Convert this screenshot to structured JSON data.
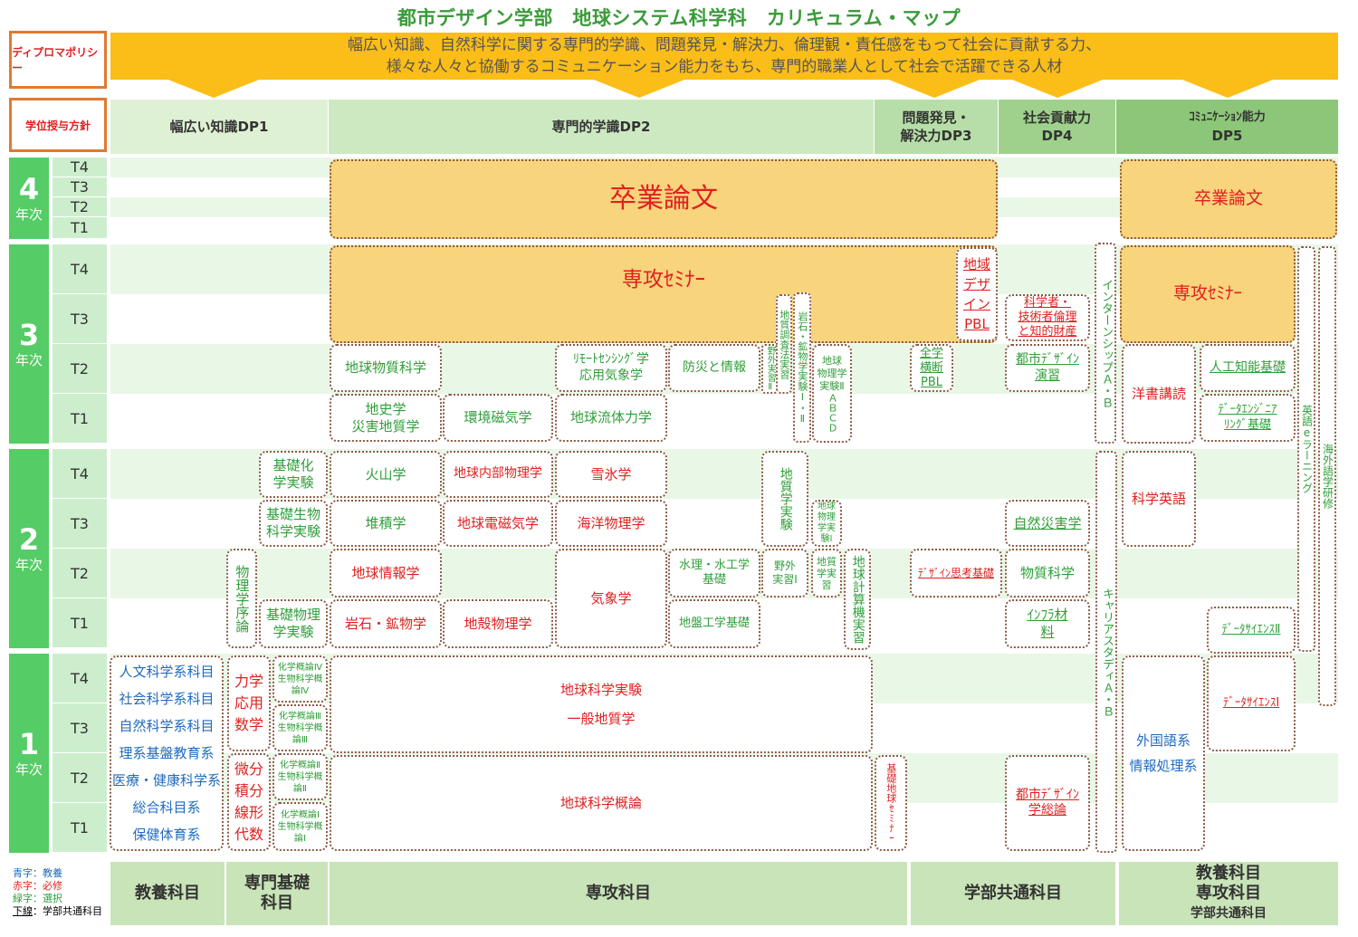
{
  "title": "都市デザイン学部　地球システム科学科　カリキュラム・マップ",
  "labels": {
    "diploma_policy": "ディプロマポリシー",
    "degree_policy": "学位授与方針"
  },
  "dp_text": {
    "line1": "幅広い知識、自然科学に関する専門的学識、問題発見・解決力、倫理観・責任感をもって社会に貢献する力、",
    "line2": "様々な人々と協働するコミュニケーション能力をもち、専門的職業人として社会で活躍できる人材"
  },
  "dp_headers": {
    "dp1": "幅広い知識DP1",
    "dp2": "専門的学識DP2",
    "dp3a": "問題発見・",
    "dp3b": "解決力DP3",
    "dp4a": "社会貢献力",
    "dp4b": "DP4",
    "dp5a": "ｺﾐｭﾆｹｰｼｮﾝ能力",
    "dp5b": "DP5"
  },
  "years": [
    {
      "num": "4",
      "label": "年次"
    },
    {
      "num": "3",
      "label": "年次"
    },
    {
      "num": "2",
      "label": "年次"
    },
    {
      "num": "1",
      "label": "年次"
    }
  ],
  "terms": [
    "T4",
    "T3",
    "T2",
    "T1"
  ],
  "courses": {
    "thesis_main": "卒業論文",
    "thesis_dp5": "卒業論文",
    "seminar_main": "専攻ｾﾐﾅｰ",
    "seminar_dp5": "専攻ｾﾐﾅｰ",
    "regional_design_pbl_a": "地域",
    "regional_design_pbl_b": "デザ",
    "regional_design_pbl_c": "イン",
    "regional_design_pbl_d": "PBL",
    "chishitsu_field": "地質調査法実習",
    "field_practice_2": "野外実習Ⅱ",
    "rock_mineral_exp": "岩石・鉱物学実験Ⅰ・Ⅱ",
    "geophys_exp2a": "地球",
    "geophys_exp2b": "物理学",
    "geophys_exp2c": "実験Ⅱ",
    "geophys_exp2d": "ＡＢＣＤ",
    "scientist_ethics_a": "科学者・",
    "scientist_ethics_b": "技術者倫理",
    "scientist_ethics_c": "と知的財産",
    "internship": "インターンシップＡ・Ｂ",
    "geo_materials": "地球物質科学",
    "remote_sensing_a": "ﾘﾓｰﾄｾﾝｼﾝｸﾞ学",
    "remote_sensing_b": "応用気象学",
    "disaster_info": "防災と情報",
    "all_faculty_pbl_a": "全学",
    "all_faculty_pbl_b": "横断",
    "all_faculty_pbl_c": "PBL",
    "urban_design_exercise_a": "都市ﾃﾞｻﾞｲﾝ",
    "urban_design_exercise_b": "演習",
    "foreign_books": "洋書講読",
    "ai_basics": "人工知能基礎",
    "data_eng_a": "ﾃﾞｰﾀｴﾝｼﾞﾆｱ",
    "data_eng_b": "ﾘﾝｸﾞ基礎",
    "history_geo_a": "地史学",
    "history_geo_b": "災害地質学",
    "env_magnetism": "環境磁気学",
    "geo_fluid": "地球流体力学",
    "elearning": "英語eラーニング",
    "overseas_study": "海外語学研修",
    "basic_chem_exp_a": "基礎化",
    "basic_chem_exp_b": "学実験",
    "basic_bio_exp_a": "基礎生物",
    "basic_bio_exp_b": "科学実験",
    "volcanology": "火山学",
    "earth_interior": "地球内部物理学",
    "snow_ice": "雪氷学",
    "geology_exp": "地質学実験",
    "geophys_exp1": "地球物理学実験Ⅰ",
    "career_study": "キャリアスタディＡ・Ｂ",
    "science_english": "科学英語",
    "sedimentology": "堆積学",
    "geoelectromag": "地球電磁気学",
    "ocean_physics": "海洋物理学",
    "natural_disaster": "自然災害学",
    "physics_intro": "物理学序論",
    "geo_informatics": "地球情報学",
    "meteorology": "気象学",
    "hydraulics_a": "水理・水工学",
    "hydraulics_b": "基礎",
    "field_practice_1a": "野外",
    "field_practice_1b": "実習Ⅰ",
    "geology_practice_a": "地質",
    "geology_practice_b": "学実",
    "geology_practice_c": "習",
    "geo_computing": "地球計算機実習",
    "design_thinking": "ﾃﾞｻﾞｲﾝ思考基礎",
    "material_science": "物質科学",
    "basic_phys_exp_a": "基礎物理",
    "basic_phys_exp_b": "学実験",
    "rock_mineral": "岩石・鉱物学",
    "crust_physics": "地殻物理学",
    "geotech": "地盤工学基礎",
    "infra_material_a": "ｲﾝﾌﾗ材",
    "infra_material_b": "料",
    "data_science2": "ﾃﾞｰﾀｻｲｴﾝｽⅡ",
    "humanities": "人文科学系科目",
    "social": "社会科学系科目",
    "natural": "自然科学系科目",
    "science_basic": "理系基盤教育系",
    "medical": "医療・健康科学系",
    "general": "総合科目系",
    "health_pe": "保健体育系",
    "mechanics_a": "力学",
    "mechanics_b": "応用",
    "mechanics_c": "数学",
    "calc_a": "微分",
    "calc_b": "積分",
    "calc_c": "線形",
    "calc_d": "代数",
    "chem_bio4_a": "化学概論Ⅳ",
    "chem_bio4_b": "生物科学概",
    "chem_bio4_c": "論Ⅳ",
    "chem_bio3_a": "化学概論Ⅲ",
    "chem_bio3_b": "生物科学概",
    "chem_bio3_c": "論Ⅲ",
    "chem_bio2_a": "化学概論Ⅱ",
    "chem_bio2_b": "生物科学概",
    "chem_bio2_c": "論Ⅱ",
    "chem_bio1_a": "化学概論Ⅰ",
    "chem_bio1_b": "生物科学概",
    "chem_bio1_c": "論Ⅰ",
    "earth_sci_exp": "地球科学実験",
    "general_geology": "一般地質学",
    "earth_sci_intro": "地球科学概論",
    "basic_earth_seminar": "基礎地球ｾﾐﾅｰ",
    "data_science1": "ﾃﾞｰﾀｻｲｴﾝｽⅠ",
    "foreign_lang": "外国語系",
    "info_proc": "情報処理系",
    "urban_design_intro_a": "都市ﾃﾞｻﾞｲﾝ",
    "urban_design_intro_b": "学総論"
  },
  "legend": {
    "blue": "青字：教養",
    "red": "赤字：必修",
    "green": "緑字：選択",
    "underline_label": "下線",
    "underline_rest": "：学部共通科目"
  },
  "footer": {
    "liberal": "教養科目",
    "basic_a": "専門基礎",
    "basic_b": "科目",
    "major": "専攻科目",
    "faculty": "学部共通科目",
    "dp5_a": "教養科目",
    "dp5_b": "専攻科目",
    "dp5_c": "学部共通科目"
  },
  "colors": {
    "gold": "#fbbd17",
    "year_green": "#55cc66",
    "required_red": "#e02020",
    "elective_green": "#2f9e3a",
    "liberal_blue": "#1f6bbf"
  }
}
